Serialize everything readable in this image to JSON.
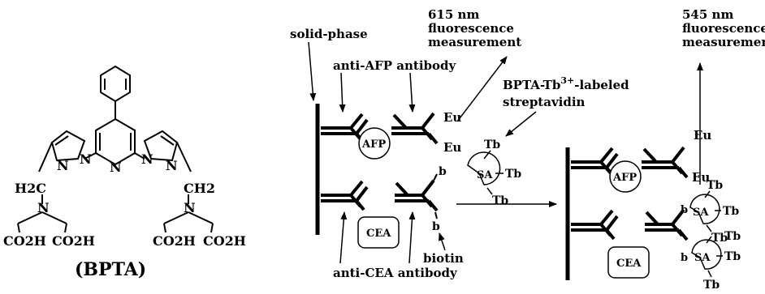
{
  "structure": {
    "name": "(BPTA)",
    "atoms": {
      "n": "N",
      "ch2_left": "H2C",
      "ch2_right": "CH2",
      "acid": "CO2H"
    }
  },
  "labels": {
    "solid_phase": "solid-phase",
    "anti_afp": "anti-AFP antibody",
    "anti_cea": "anti-CEA antibody",
    "biotin": "biotin",
    "fl615_l1": "615 nm",
    "fl615_l2": "fluorescence",
    "fl615_l3": "measurement",
    "fl545_l1": "545 nm",
    "fl545_l2": "fluorescence",
    "fl545_l3": "measurement",
    "bpta_tb_prefix": "BPTA-Tb",
    "bpta_tb_sup": "3+",
    "bpta_tb_suffix": "-labeled",
    "streptavidin": "streptavidin"
  },
  "species": {
    "afp": "AFP",
    "cea": "CEA",
    "sa": "SA",
    "eu": "Eu",
    "tb": "Tb",
    "b": "b"
  }
}
